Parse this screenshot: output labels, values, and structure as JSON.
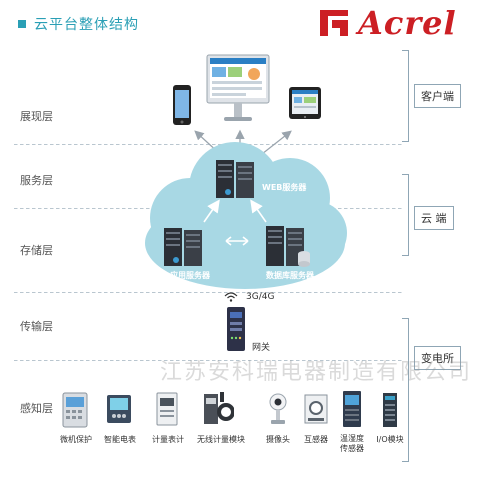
{
  "header": {
    "title": "云平台整体结构",
    "brand": "Acrel",
    "accent": "#cc1f24",
    "title_color": "#2a9fb5"
  },
  "layers": [
    {
      "label": "展现层"
    },
    {
      "label": "服务层"
    },
    {
      "label": "存储层"
    },
    {
      "label": "传输层"
    },
    {
      "label": "感知层"
    }
  ],
  "side_tags": {
    "client": "客户端",
    "cloud": "云  端",
    "substation": "变电所"
  },
  "cloud": {
    "web_server": "WEB服务器",
    "app_server": "应用服务器",
    "db_server": "数据库服务器",
    "cloud_color": "#a8d8e4"
  },
  "network": {
    "signal": "3G/4G",
    "gateway": "网关"
  },
  "watermark": "江苏安科瑞电器制造有限公司",
  "devices": [
    {
      "label": "微机保护",
      "icon": "relay-protection-icon"
    },
    {
      "label": "智能电表",
      "icon": "smart-meter-icon"
    },
    {
      "label": "计量表计",
      "icon": "metering-meter-icon"
    },
    {
      "label": "无线计量模块",
      "icon": "wireless-module-icon"
    },
    {
      "label": "摄像头",
      "icon": "camera-icon"
    },
    {
      "label": "互感器",
      "icon": "transformer-icon"
    },
    {
      "label": "温湿度\n传感器",
      "icon": "temp-humidity-sensor-icon"
    },
    {
      "label": "I/O模块",
      "icon": "io-module-icon"
    }
  ]
}
